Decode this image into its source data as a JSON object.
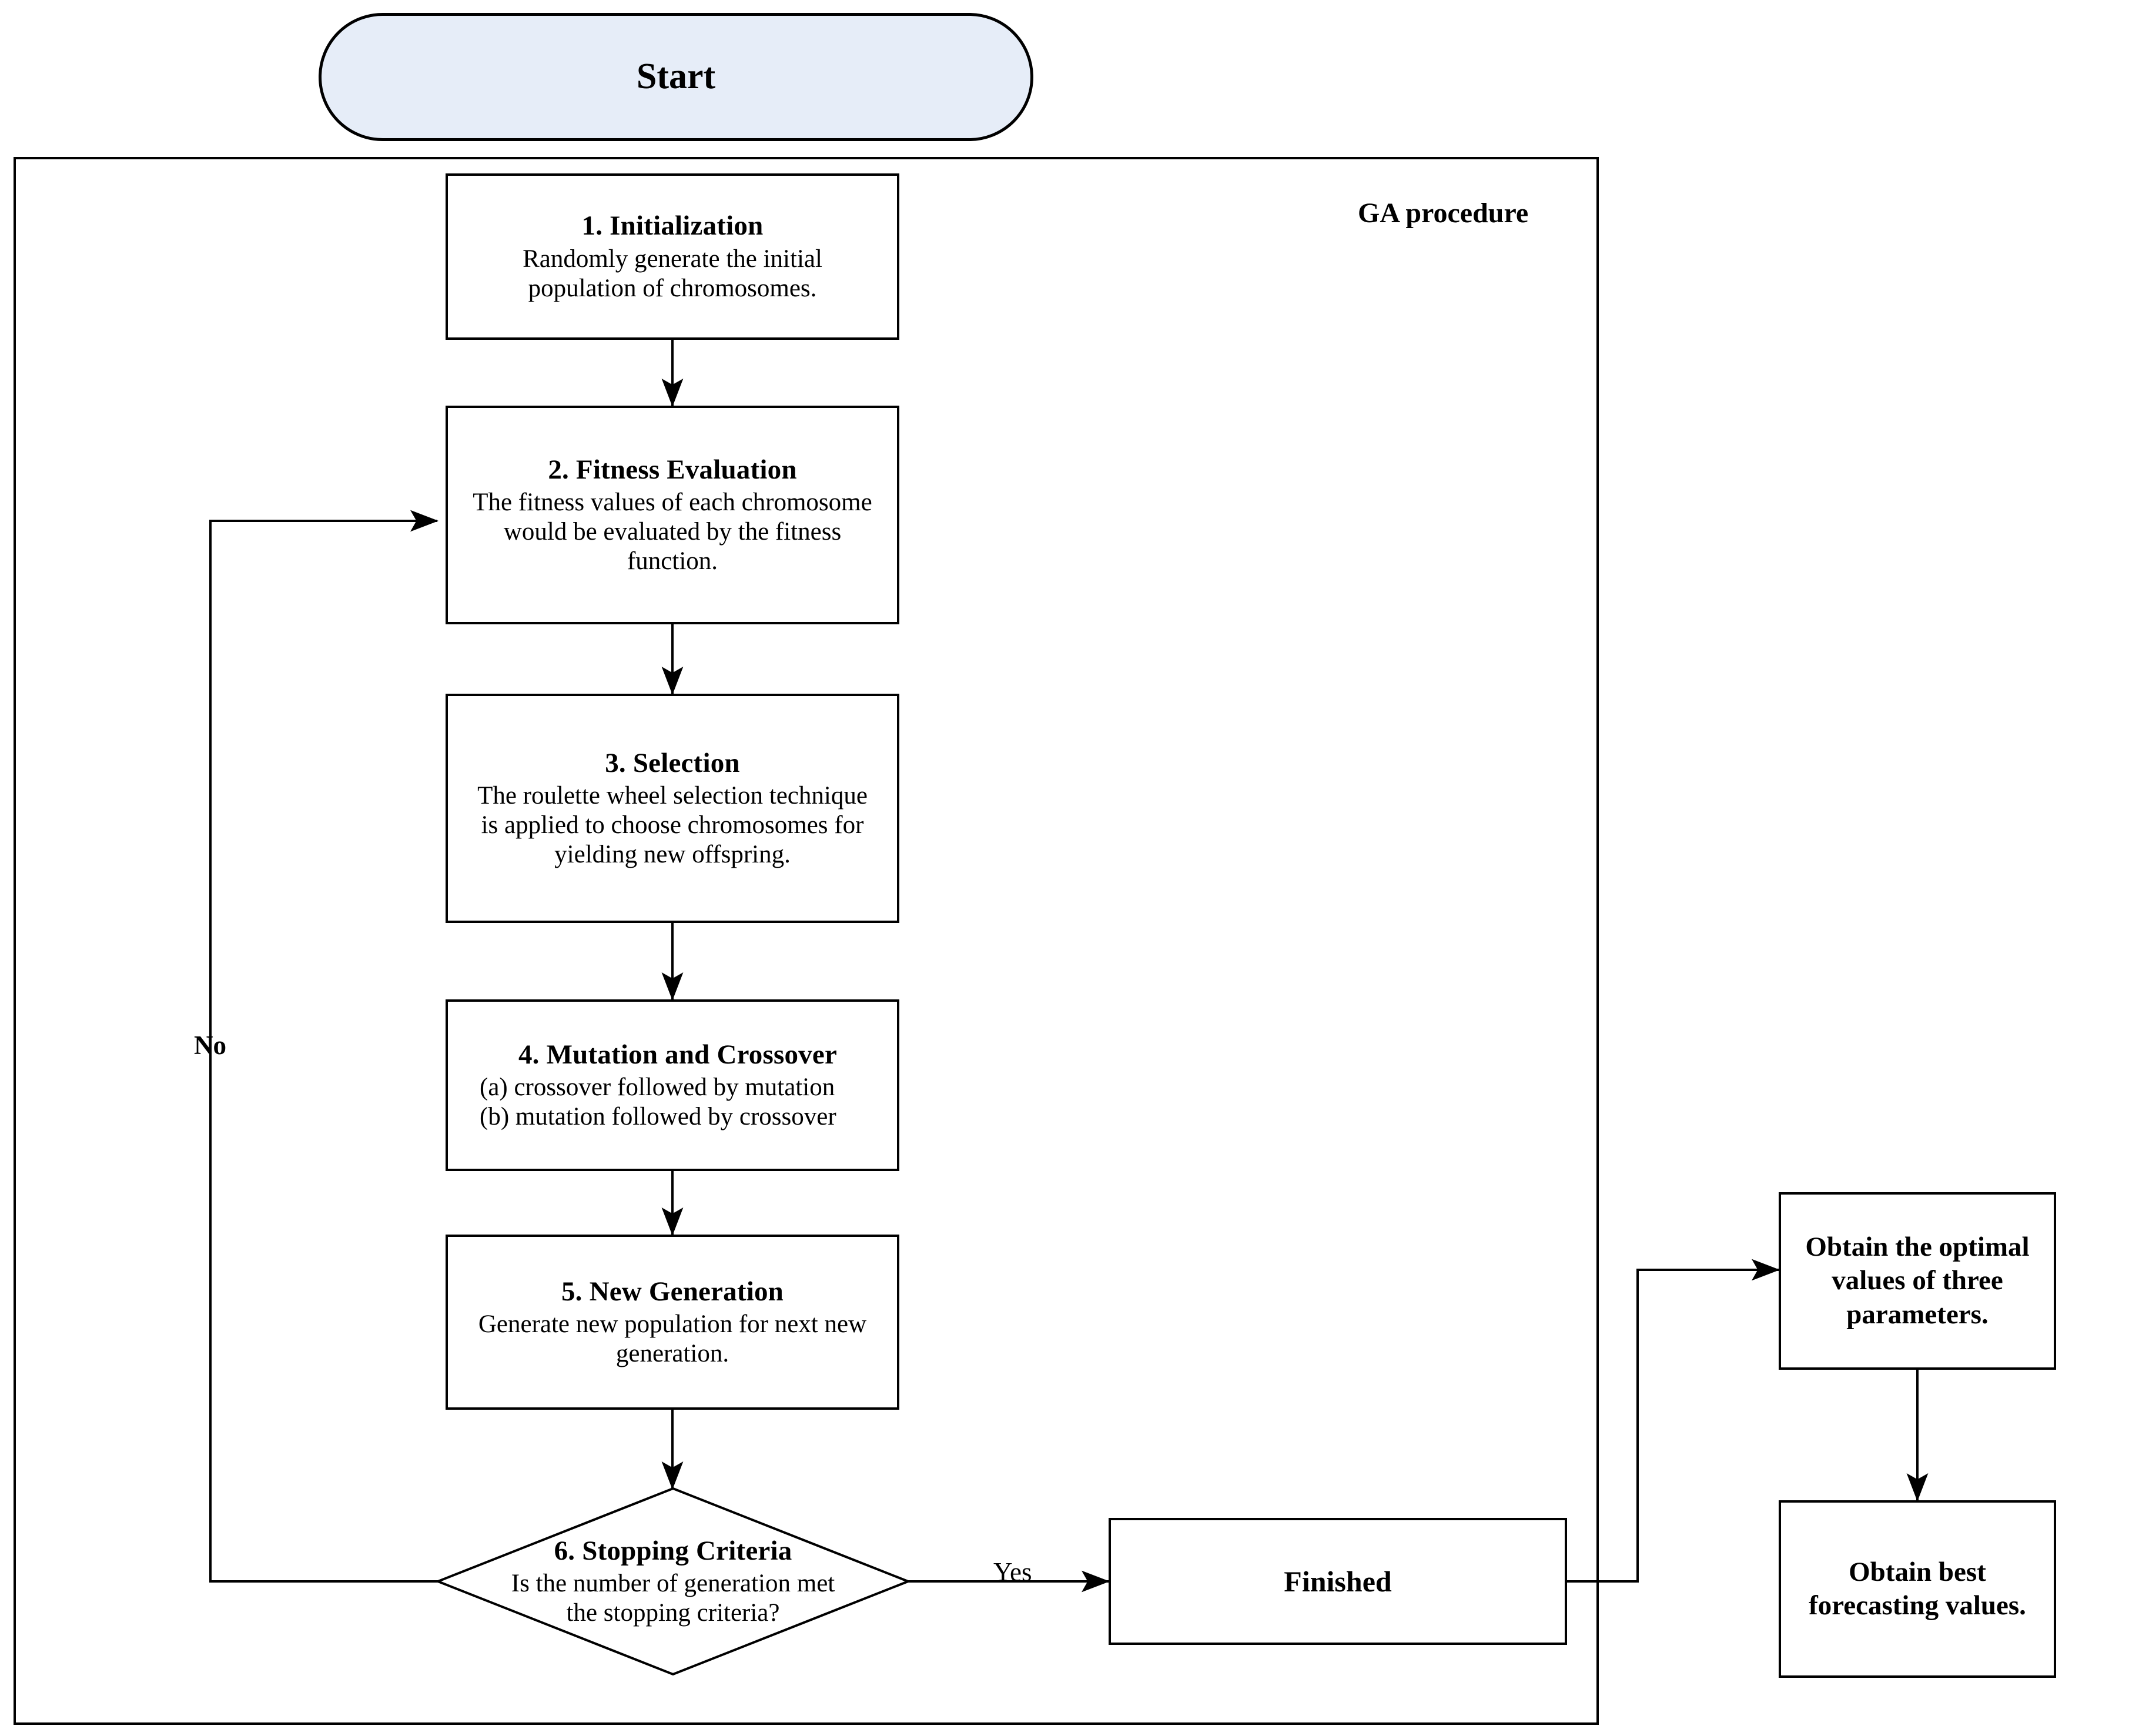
{
  "diagram": {
    "type": "flowchart",
    "title_label": "GA procedure",
    "start": {
      "label": "Start",
      "shape": "rounded-terminator",
      "fill": "#e6edf8",
      "stroke": "#000000"
    },
    "steps": [
      {
        "id": "step-1",
        "title": "1. Initialization",
        "lines": [
          "Randomly generate the initial",
          "population of chromosomes."
        ]
      },
      {
        "id": "step-2",
        "title": "2. Fitness Evaluation",
        "lines": [
          "The fitness values of each chromosome",
          "would be evaluated by the fitness",
          "function."
        ]
      },
      {
        "id": "step-3",
        "title": "3. Selection",
        "lines": [
          "The roulette wheel selection technique",
          "is applied to choose chromosomes for",
          "yielding new offspring."
        ]
      },
      {
        "id": "step-4",
        "title": "4. Mutation and Crossover",
        "lines": [
          "(a) crossover followed by mutation",
          "(b) mutation followed by crossover"
        ]
      },
      {
        "id": "step-5",
        "title": "5. New Generation",
        "lines": [
          "Generate new population for next new",
          "generation."
        ]
      }
    ],
    "decision": {
      "id": "step-6",
      "title": "6. Stopping Criteria",
      "lines": [
        "Is the number of generation met",
        "the stopping criteria?"
      ],
      "shape": "diamond"
    },
    "finished": {
      "label": "Finished"
    },
    "outputs": [
      {
        "id": "optimal-parameters",
        "lines": [
          "Obtain the optimal",
          "values of three",
          "parameters."
        ]
      },
      {
        "id": "best-forecasts",
        "lines": [
          "Obtain best",
          "forecasting values."
        ]
      }
    ],
    "edge_labels": {
      "yes": "Yes",
      "no": "No"
    },
    "colors": {
      "stroke": "#000000",
      "start_fill": "#e6edf8",
      "background": "#ffffff"
    }
  }
}
